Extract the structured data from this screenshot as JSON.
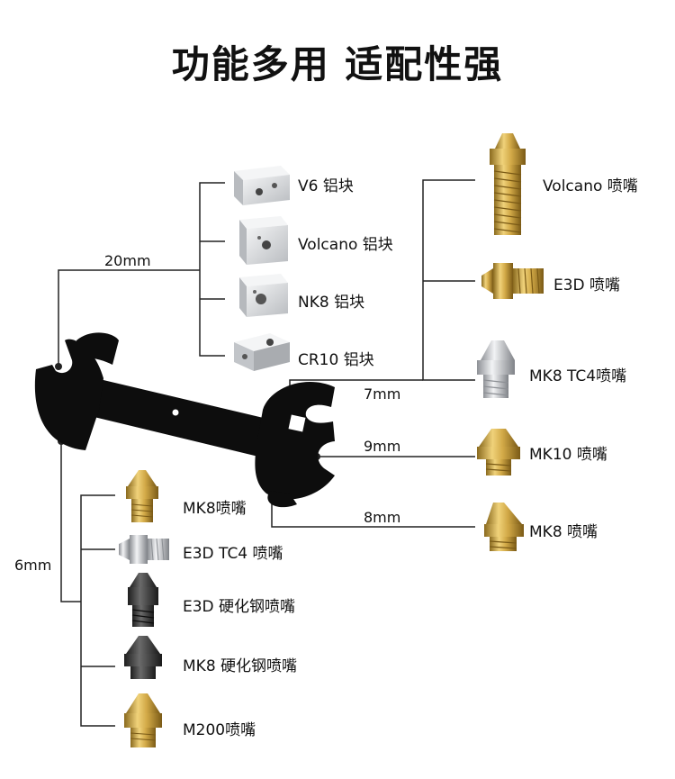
{
  "title": "功能多用 适配性强",
  "measurements": {
    "m20": "20mm",
    "m7": "7mm",
    "m9": "9mm",
    "m8": "8mm",
    "m6": "6mm"
  },
  "blocks": [
    {
      "label": "V6 铝块"
    },
    {
      "label": "Volcano 铝块"
    },
    {
      "label": "NK8 铝块"
    },
    {
      "label": "CR10 铝块"
    }
  ],
  "right_nozzles": [
    {
      "label": "Volcano 喷嘴"
    },
    {
      "label": "E3D 喷嘴"
    },
    {
      "label": "MK8 TC4喷嘴"
    },
    {
      "label": "MK10 喷嘴"
    },
    {
      "label": "MK8 喷嘴"
    }
  ],
  "left_nozzles": [
    {
      "label": "MK8喷嘴"
    },
    {
      "label": "E3D TC4 喷嘴"
    },
    {
      "label": "E3D 硬化钢喷嘴"
    },
    {
      "label": "MK8 硬化钢喷嘴"
    },
    {
      "label": "M200喷嘴"
    }
  ],
  "colors": {
    "line": "#222222",
    "brass": "#c9a23a",
    "aluminum": "#d9dcdf",
    "steel": "#3a3a3a",
    "silver": "#c7c9cc"
  }
}
